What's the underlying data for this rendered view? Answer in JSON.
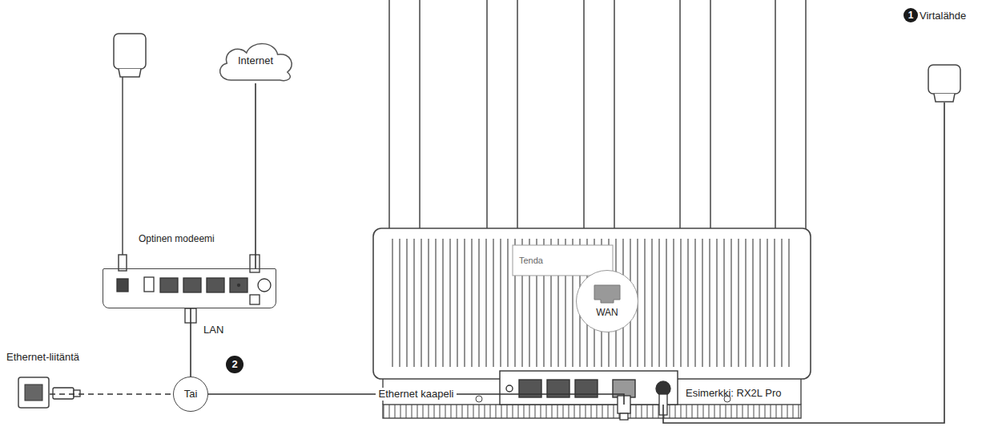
{
  "diagram": {
    "nodes": [
      {
        "text": [
          "Internet"
        ]
      },
      {
        "text": [
          "Optinen modeemi"
        ]
      },
      {
        "text": [
          "Ethernet-liitäntä"
        ]
      },
      {
        "text": [
          "Tai"
        ]
      },
      {
        "text": [
          "Esimerkki: RX2L Pro"
        ]
      },
      {
        "text": [
          "WAN"
        ],
        "in": 4
      },
      {
        "text": [
          "Virtalähde"
        ]
      }
    ],
    "edges": [
      {
        "from": 0,
        "to": 1,
        "arrow": "none"
      },
      {
        "from": 1,
        "to": 3,
        "arrow": "none"
      },
      {
        "from": 2,
        "to": 3,
        "arrow": "none"
      },
      {
        "from": 3,
        "to": 4,
        "label": "Ethernet kaapeli",
        "arrow": "none"
      },
      {
        "from": 6,
        "to": 4,
        "arrow": "none"
      }
    ],
    "labels": [
      "1",
      "2",
      "LAN",
      "Tenda"
    ]
  }
}
